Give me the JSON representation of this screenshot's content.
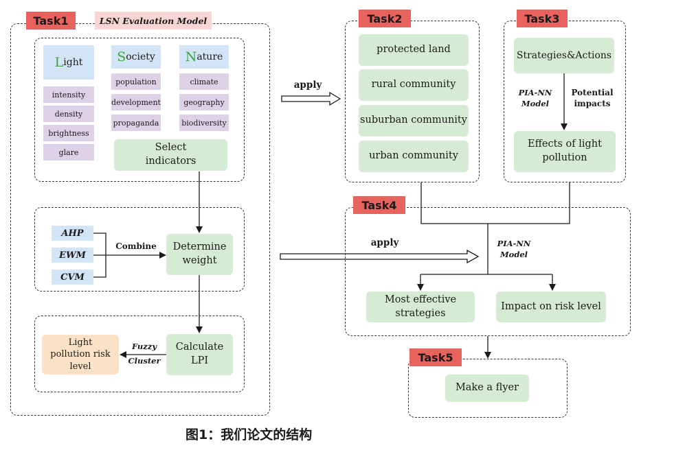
{
  "task1": {
    "tag": "Task1",
    "model_label": "LSN Evaluation Model",
    "light": {
      "cap": "L",
      "rest": "ight",
      "items": [
        "intensity",
        "density",
        "brightness",
        "glare"
      ]
    },
    "society": {
      "cap": "S",
      "rest": "ociety",
      "items": [
        "population",
        "development",
        "propaganda"
      ]
    },
    "nature": {
      "cap": "N",
      "rest": "ature",
      "items": [
        "climate",
        "geography",
        "biodiversity"
      ]
    },
    "select_indicators": "Select indicators",
    "methods": [
      "AHP",
      "EWM",
      "CVM"
    ],
    "combine": "Combine",
    "determine_weight": "Determine weight",
    "calculate_lpi": "Calculate LPI",
    "fuzzy": "Fuzzy",
    "cluster": "Cluster",
    "risk_level": "Light pollution risk level"
  },
  "task2": {
    "tag": "Task2",
    "apply": "apply",
    "items": [
      "protected land",
      "rural community",
      "suburban community",
      "urban community"
    ]
  },
  "task3": {
    "tag": "Task3",
    "strategies": "Strategies&Actions",
    "model": "PIA-NN Model",
    "potential": "Potential impacts",
    "effects": "Effects of light pollution"
  },
  "task4": {
    "tag": "Task4",
    "apply": "apply",
    "model": "PIA-NN Model",
    "most_effective": "Most effective strategies",
    "impact": "Impact on risk level"
  },
  "task5": {
    "tag": "Task5",
    "flyer": "Make a flyer"
  },
  "caption": "图1：我们论文的结构"
}
